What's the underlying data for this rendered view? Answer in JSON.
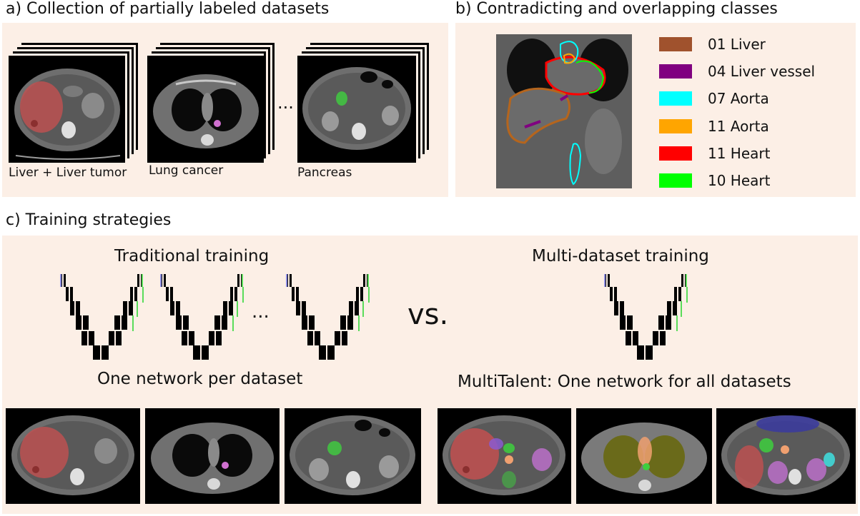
{
  "panels": {
    "a": {
      "heading": "a) Collection of partially labeled datasets",
      "datasets": [
        "Liver + Liver tumor",
        "Lung cancer",
        "Pancreas"
      ],
      "ellipsis": "..."
    },
    "b": {
      "heading": "b) Contradicting and overlapping classes",
      "legend": [
        {
          "label": "01 Liver",
          "color": "#a0522d"
        },
        {
          "label": "04 Liver vessel",
          "color": "#800080"
        },
        {
          "label": "07 Aorta",
          "color": "#00ffff"
        },
        {
          "label": "11 Aorta",
          "color": "#ffa500"
        },
        {
          "label": "11 Heart",
          "color": "#ff0000"
        },
        {
          "label": "10 Heart",
          "color": "#00ff00"
        }
      ]
    },
    "c": {
      "heading": "c) Training strategies",
      "traditional_title": "Traditional training",
      "traditional_caption": "One network per dataset",
      "vs": "vs.",
      "ellipsis": "...",
      "multi_title": "Multi-dataset training",
      "multi_caption": "MultiTalent: One network for all datasets"
    }
  },
  "colors": {
    "panel_bg": "#fcefe6",
    "liver_overlay": "#c25050",
    "pancreas_overlay": "#3ecf3e",
    "tumor_overlay": "#d070d0",
    "unet_block": "#000000",
    "input_stripe": "#8a8ae0",
    "output_stripe": "#5adc5a"
  }
}
